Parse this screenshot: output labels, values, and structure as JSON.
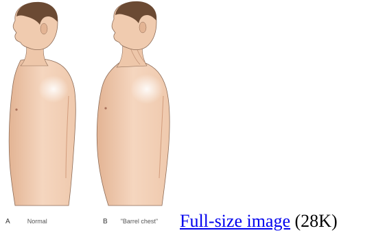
{
  "figure": {
    "panel_a": {
      "letter": "A",
      "label": "Normal"
    },
    "panel_b": {
      "letter": "B",
      "label": "\"Barrel chest\""
    }
  },
  "caption": {
    "link_text": "Full-size image",
    "size_text": "(28K)"
  },
  "colors": {
    "skin": "#f2cfb3",
    "skin_shadow": "#d9a886",
    "hair": "#6b4a33",
    "outline": "#7a5a45",
    "link": "#0000ee"
  }
}
